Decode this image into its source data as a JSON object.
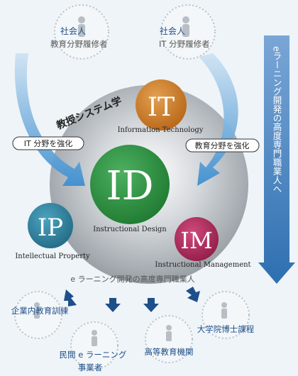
{
  "top_left_person": {
    "line1": "社会人",
    "line2": "教育分野履修者"
  },
  "top_right_person": {
    "line1": "社会人",
    "line2": "IT 分野履修者"
  },
  "right_banner": "eラーニング開発の高度専門職業人へ",
  "core_label": "教授システム学",
  "left_tag": "IT 分野を強化",
  "right_tag": "教育分野を強化",
  "circles": {
    "it": {
      "abbr": "IT",
      "name": "Information Technology"
    },
    "id": {
      "abbr": "ID",
      "name": "Instructional Design"
    },
    "ip": {
      "abbr": "IP",
      "name": "Intellectual Property"
    },
    "im": {
      "abbr": "IM",
      "name": "Instructional Management"
    }
  },
  "bottom_heading": "e ラーニング開発の高度専門職業人",
  "destinations": {
    "corporate": "企業内教育訓練",
    "private_line1": "民間 e ラーニング",
    "private_line2": "事業者",
    "higher_ed": "高等教育機関",
    "doctoral": "大学院博士課程"
  },
  "colors": {
    "it": "#c77624",
    "id": "#2e8b3f",
    "ip": "#2f7f9a",
    "im": "#b0285a",
    "arrow_blue": "#3f8fcf",
    "banner_blue": "#5a90c8"
  }
}
